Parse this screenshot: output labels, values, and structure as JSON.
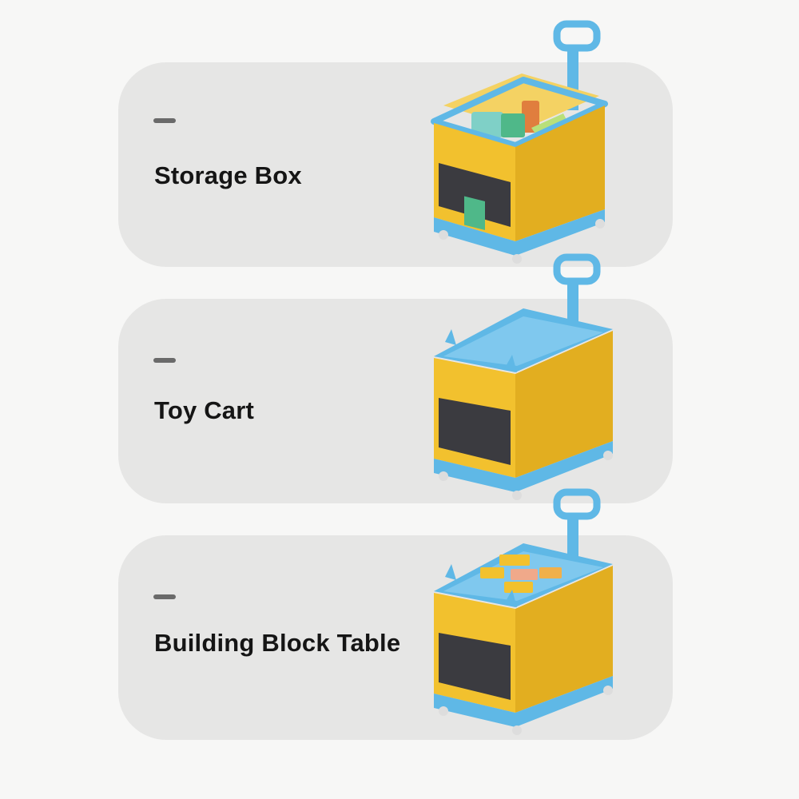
{
  "modes": [
    {
      "label": "Storage Box",
      "icon": "storage-box-icon"
    },
    {
      "label": "Toy Cart",
      "icon": "toy-cart-icon"
    },
    {
      "label": "Building Block Table",
      "icon": "building-block-table-icon"
    }
  ],
  "colors": {
    "background": "#f7f7f6",
    "card": "#e6e6e5",
    "text": "#151515",
    "dash": "#6a6a6a",
    "box_yellow": "#f2c12e",
    "box_blue": "#5fb8e6"
  }
}
